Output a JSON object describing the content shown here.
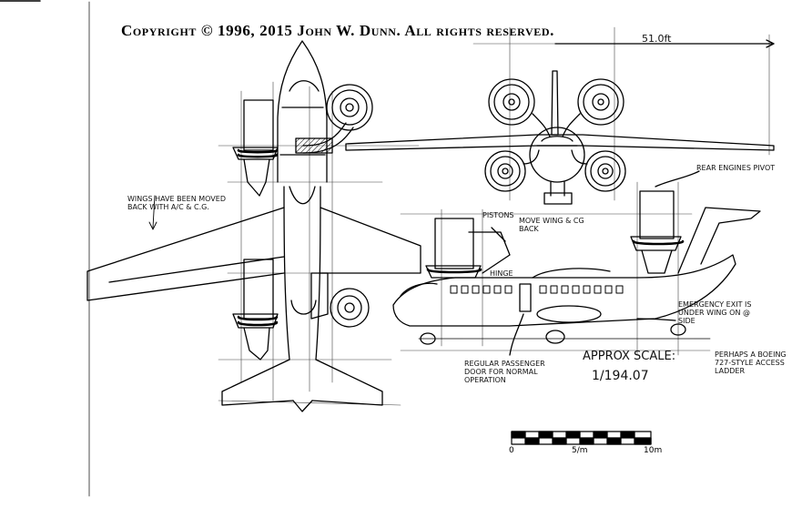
{
  "copyright": "Copyright © 1996, 2015 John W. Dunn. All rights reserved.",
  "labels": {
    "span": "51.0ft",
    "wings_moved": "Wings have been moved back with A/C & C.G.",
    "pistons": "Pistons",
    "move_wing": "Move wing & CG back",
    "hinge": "Hinge",
    "rear_engines": "Rear engines pivot",
    "emergency_exit": "Emergency exit is under wing on @ side",
    "passenger_door": "Regular passenger door for normal operation",
    "approx_scale": "Approx scale:",
    "scale_value": "1/194.07",
    "boeing_ladder": "Perhaps a Boeing 727-style access ladder"
  },
  "scale_bar": {
    "ticks": [
      "0",
      "5/m",
      "10m"
    ]
  }
}
